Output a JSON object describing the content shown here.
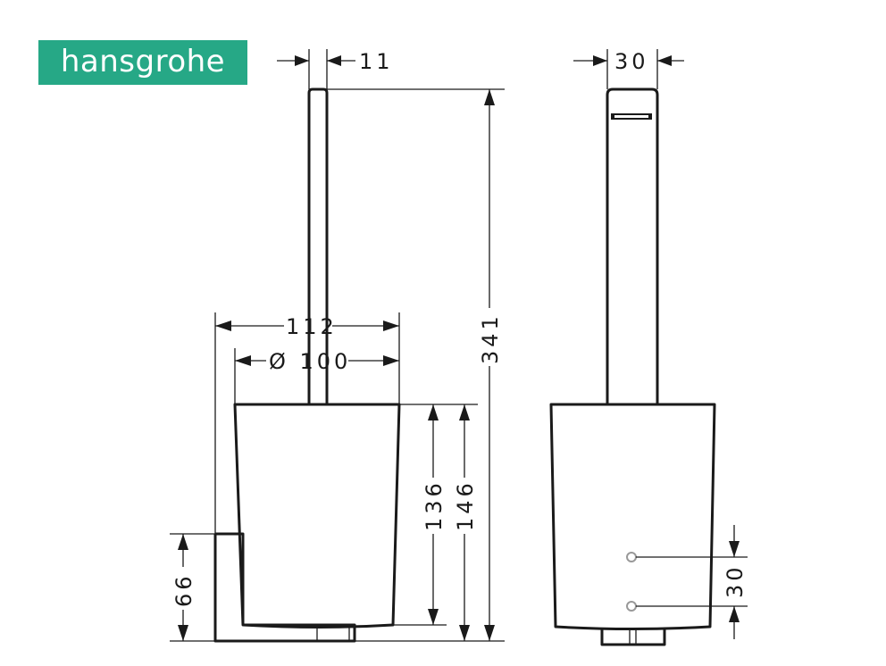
{
  "logo": {
    "text": "hansgrohe",
    "color": "#26a886"
  },
  "dimensions": {
    "handle_width": "11",
    "overall_width": "112",
    "container_diameter": "Ø 100",
    "overall_height": "341",
    "container_height": "136",
    "container_total_height": "146",
    "bracket_height": "66",
    "side_handle_depth": "30",
    "hole_spacing": "30"
  }
}
